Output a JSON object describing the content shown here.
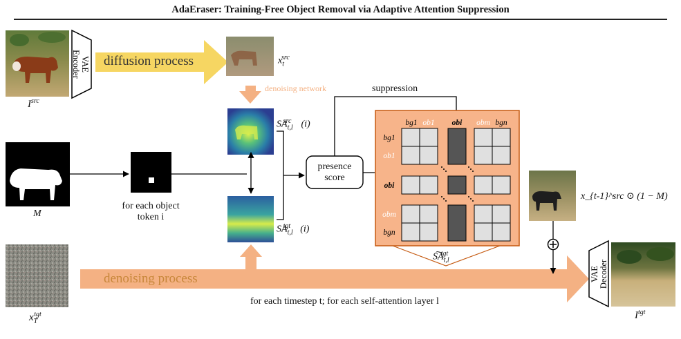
{
  "header": {
    "title": "AdaEraser: Training-Free Object Removal via Adaptive Attention Suppression"
  },
  "diagram": {
    "vae_encoder": "VAE Encoder",
    "vae_decoder": "VAE Decoder",
    "source_image_label": "I^src",
    "target_image_label": "I^tgt",
    "diffusion_process": "diffusion process",
    "noisy_source_label": "x_t^src",
    "denoising_network": "denoising network",
    "mask_label": "M",
    "object_token_caption_line1": "for each object",
    "object_token_caption_line2": "token i",
    "sa_src_label": "SA_{t,l}^src(i)",
    "sa_tgt_label": "SA_{t,l}^tgt(i)",
    "presence_score_line1": "presence",
    "presence_score_line2": "score",
    "suppression": "suppression",
    "matrix_cols": [
      "bg1",
      "ob1",
      "obi",
      "obm",
      "bgn"
    ],
    "matrix_rows": [
      "bg1",
      "ob1",
      "obi",
      "obm",
      "bgn"
    ],
    "suppressed_attention_label": "SA~_{t,l}^tgt",
    "noise_label": "x_T^tgt",
    "denoising_process": "denoising process",
    "timestep_caption": "for each timestep t; for each self-attention layer l",
    "masked_latent_label": "x_{t-1}^src ⊙ (1 − M)",
    "add_symbol": "⊕",
    "colors": {
      "diffusion_arrow": "#f6d662",
      "denoising_arrow": "#f4b183",
      "matrix_bg": "#f7b48a",
      "matrix_border": "#c55a11",
      "cell_light": "#e0e0e0",
      "cell_dark": "#555555",
      "ob_label": "#ffffff",
      "denoising_network_text": "#f4b183"
    }
  }
}
